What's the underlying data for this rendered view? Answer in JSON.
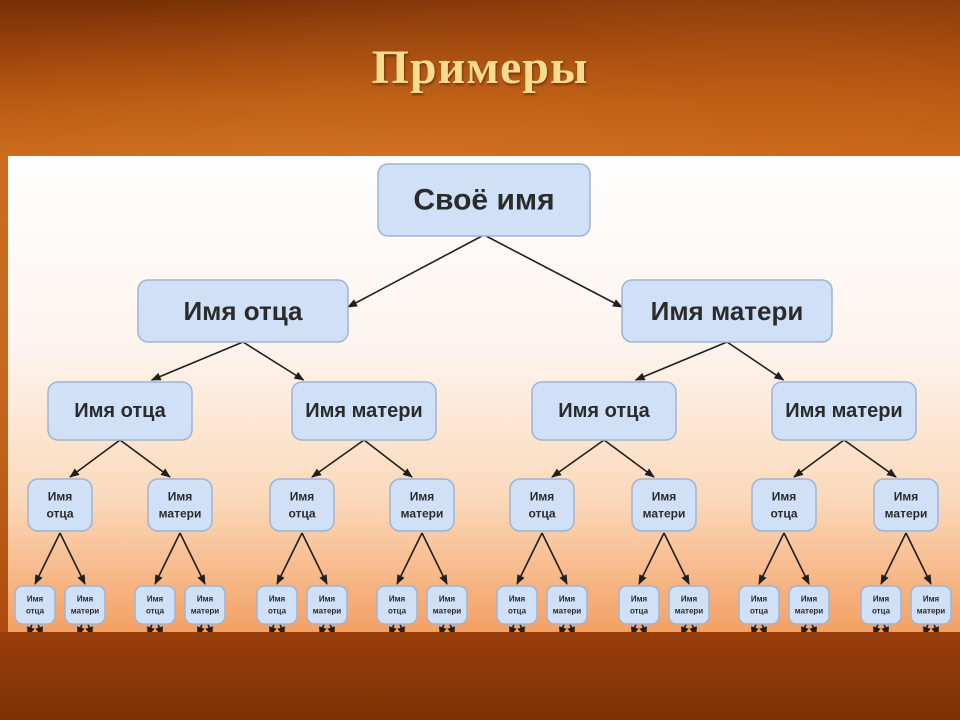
{
  "slide": {
    "title": "Примеры"
  },
  "tree": {
    "root": "Своё имя",
    "level1": [
      "Имя отца",
      "Имя матери"
    ],
    "level2": [
      "Имя отца",
      "Имя матери",
      "Имя отца",
      "Имя матери"
    ],
    "level3": [
      [
        "Имя",
        "отца"
      ],
      [
        "Имя",
        "матери"
      ],
      [
        "Имя",
        "отца"
      ],
      [
        "Имя",
        "матери"
      ],
      [
        "Имя",
        "отца"
      ],
      [
        "Имя",
        "матери"
      ],
      [
        "Имя",
        "отца"
      ],
      [
        "Имя",
        "матери"
      ]
    ],
    "level4": [
      [
        "Имя",
        "отца"
      ],
      [
        "Имя",
        "матери"
      ],
      [
        "Имя",
        "отца"
      ],
      [
        "Имя",
        "матери"
      ],
      [
        "Имя",
        "отца"
      ],
      [
        "Имя",
        "матери"
      ],
      [
        "Имя",
        "отца"
      ],
      [
        "Имя",
        "матери"
      ],
      [
        "Имя",
        "отца"
      ],
      [
        "Имя",
        "матери"
      ],
      [
        "Имя",
        "отца"
      ],
      [
        "Имя",
        "матери"
      ],
      [
        "Имя",
        "отца"
      ],
      [
        "Имя",
        "матери"
      ],
      [
        "Имя",
        "отца"
      ],
      [
        "Имя",
        "матери"
      ]
    ]
  },
  "colors": {
    "node_fill": "#cfe0f7",
    "node_stroke": "#9fb4d3",
    "arrow": "#1f1f1f",
    "title": "#f6dc8e"
  }
}
